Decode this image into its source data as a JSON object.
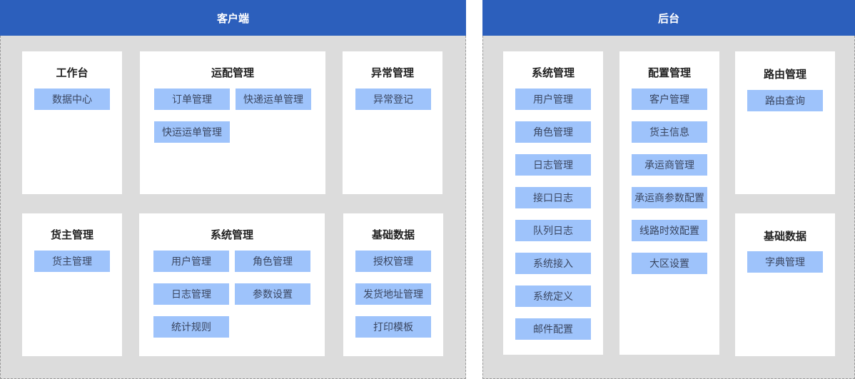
{
  "client": {
    "title": "客户端",
    "workbench": {
      "title": "工作台",
      "items": [
        "数据中心"
      ]
    },
    "dispatch": {
      "title": "运配管理",
      "items": [
        "订单管理",
        "快递运单管理",
        "快运运单管理"
      ]
    },
    "exception": {
      "title": "异常管理",
      "items": [
        "异常登记"
      ]
    },
    "shipper": {
      "title": "货主管理",
      "items": [
        "货主管理"
      ]
    },
    "system": {
      "title": "系统管理",
      "items": [
        "用户管理",
        "角色管理",
        "日志管理",
        "参数设置",
        "统计规则"
      ]
    },
    "basic": {
      "title": "基础数据",
      "items": [
        "授权管理",
        "发货地址管理",
        "打印模板"
      ]
    }
  },
  "backend": {
    "title": "后台",
    "system": {
      "title": "系统管理",
      "items": [
        "用户管理",
        "角色管理",
        "日志管理",
        "接口日志",
        "队列日志",
        "系统接入",
        "系统定义",
        "邮件配置"
      ]
    },
    "config": {
      "title": "配置管理",
      "items": [
        "客户管理",
        "货主信息",
        "承运商管理",
        "承运商参数配置",
        "线路时效配置",
        "大区设置"
      ]
    },
    "route": {
      "title": "路由管理",
      "items": [
        "路由查询"
      ]
    },
    "basic": {
      "title": "基础数据",
      "items": [
        "字典管理"
      ]
    }
  },
  "colors": {
    "header": "#2c5fbc",
    "body": "#dcdcdc",
    "chip": "#9ec3fb"
  }
}
